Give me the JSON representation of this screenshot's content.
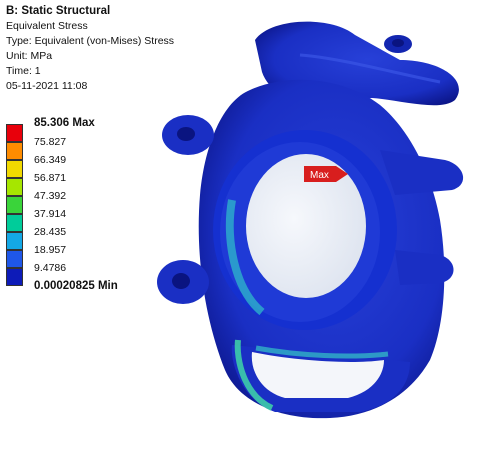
{
  "header": {
    "title": "B: Static Structural",
    "result_name": "Equivalent Stress",
    "type_line": "Type: Equivalent (von-Mises) Stress",
    "unit_line": "Unit: MPa",
    "time_line": "Time: 1",
    "timestamp": "05-11-2021 11:08"
  },
  "legend": {
    "max_label": "85.306 Max",
    "min_label": "0.00020825 Min",
    "levels": [
      "75.827",
      "66.349",
      "56.871",
      "47.392",
      "37.914",
      "28.435",
      "18.957",
      "9.4786"
    ],
    "colors": [
      "#e8000b",
      "#ff8c00",
      "#f1d900",
      "#a6e600",
      "#3ad43a",
      "#00cc9a",
      "#14a8e6",
      "#1f57e8",
      "#0d1bb8"
    ]
  },
  "probe": {
    "label": "Max",
    "color": "#d81e1e"
  },
  "model": {
    "base_color": "#1a2fc4",
    "dark_color": "#0a1480",
    "hot_color": "#3fd6a8"
  }
}
